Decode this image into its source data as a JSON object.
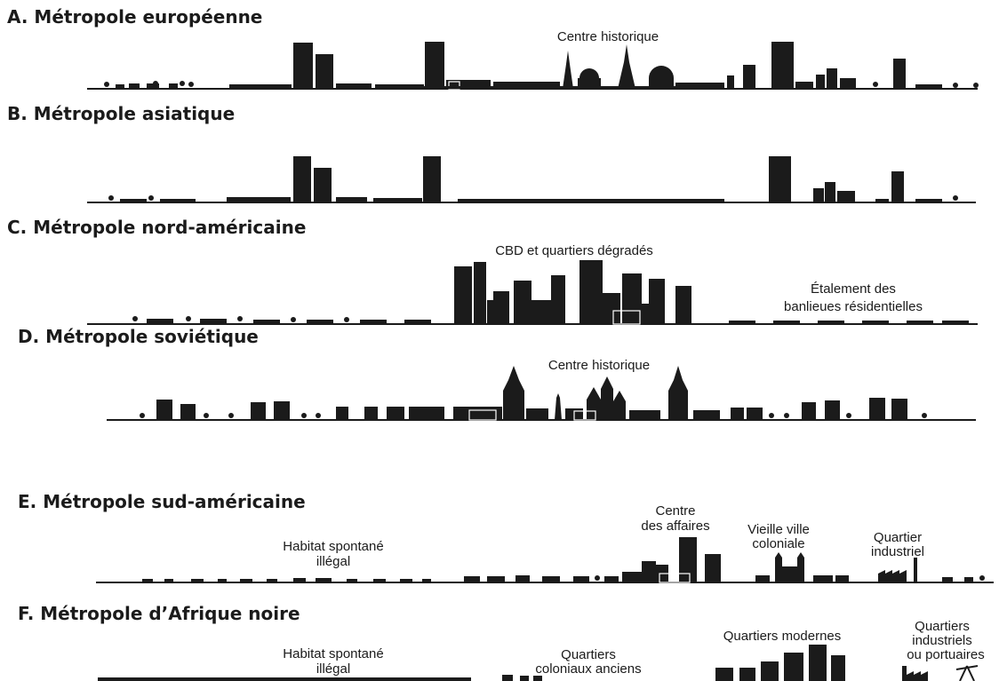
{
  "colors": {
    "ink": "#1b1b1b",
    "background": "#ffffff"
  },
  "panels": [
    {
      "title": "A. Métropole européenne",
      "labels": [
        "Centre historique"
      ]
    },
    {
      "title": "B. Métropole asiatique",
      "labels": []
    },
    {
      "title": "C. Métropole nord-américaine",
      "labels": [
        "CBD et quartiers dégradés",
        "Étalement des",
        "banlieues résidentielles"
      ]
    },
    {
      "title": "D. Métropole soviétique",
      "labels": [
        "Centre historique"
      ]
    },
    {
      "title": "E. Métropole sud-américaine",
      "labels": [
        "Habitat spontané",
        "illégal",
        "Centre",
        "des affaires",
        "Vieille ville",
        "coloniale",
        "Quartier",
        "industriel"
      ]
    },
    {
      "title": "F. Métropole d’Afrique noire",
      "labels": [
        "Habitat spontané",
        "illégal",
        "Quartiers",
        "coloniaux anciens",
        "Quartiers modernes",
        "Quartiers",
        "industriels",
        "ou portuaires"
      ]
    }
  ]
}
